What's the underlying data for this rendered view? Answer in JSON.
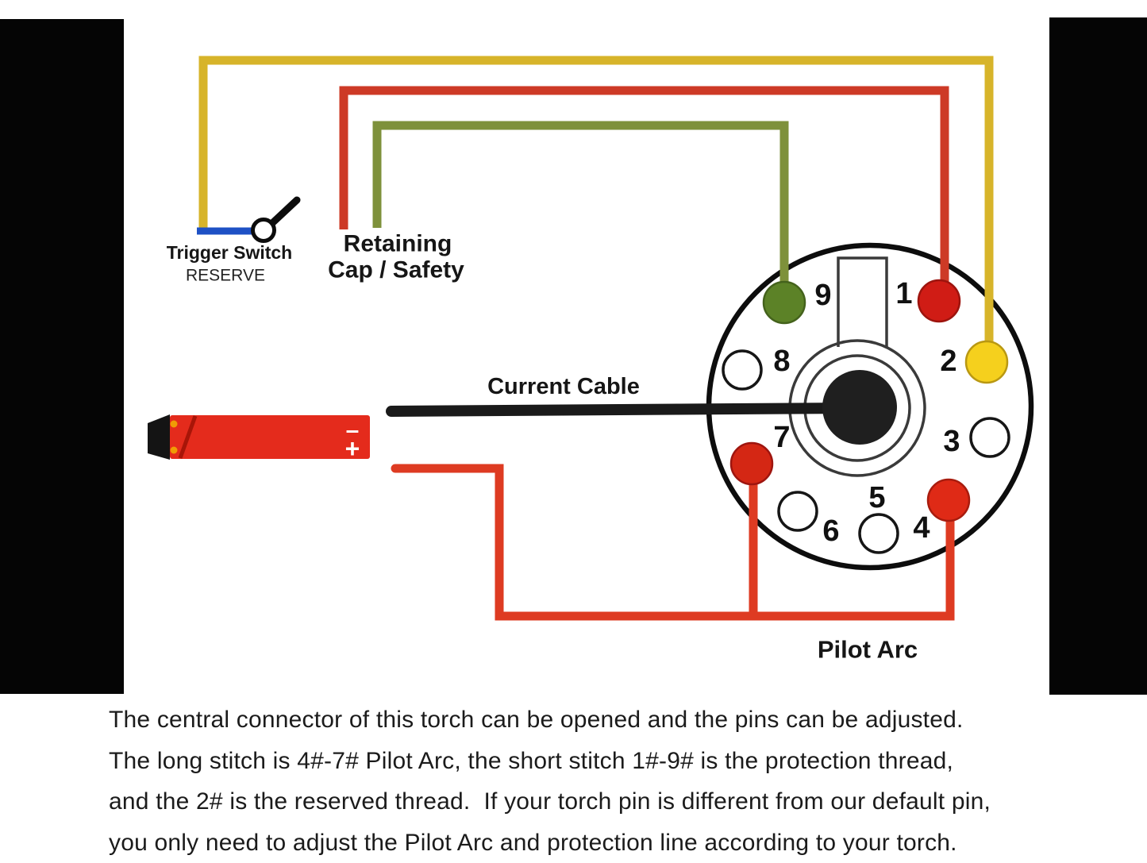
{
  "diagram": {
    "labels": {
      "trigger_switch": "Trigger Switch",
      "reserve": "RESERVE",
      "retaining_line1": "Retaining",
      "retaining_line2": "Cap / Safety",
      "current_cable": "Current Cable",
      "pilot_arc": "Pilot Arc",
      "torch_minus": "–",
      "torch_plus": "+"
    },
    "pins": [
      {
        "number": "1",
        "color_name": "red",
        "hex": "#d01c15"
      },
      {
        "number": "2",
        "color_name": "yellow",
        "hex": "#f5d01d"
      },
      {
        "number": "3",
        "color_name": "white",
        "hex": "#ffffff"
      },
      {
        "number": "4",
        "color_name": "red",
        "hex": "#df2a16"
      },
      {
        "number": "5",
        "color_name": "white",
        "hex": "#ffffff"
      },
      {
        "number": "6",
        "color_name": "white",
        "hex": "#ffffff"
      },
      {
        "number": "7",
        "color_name": "red",
        "hex": "#d42714"
      },
      {
        "number": "8",
        "color_name": "white",
        "hex": "#ffffff"
      },
      {
        "number": "9",
        "color_name": "green",
        "hex": "#5c8227"
      }
    ],
    "colors": {
      "yellow_wire": "#d7b42a",
      "red_wire": "#cd3a26",
      "green_wire": "#7e913b",
      "blue_wire": "#1e51c5",
      "pilot_wire": "#de3b22",
      "cable_black": "#1a1a1a",
      "torch_red": "#e42b1c",
      "torch_tip_black": "#141414",
      "contact_orange": "#f09b05"
    }
  },
  "caption": {
    "lines": [
      "The central connector of this torch can be opened and the pins can be adjusted.",
      "The long stitch is 4#-7# Pilot Arc, the short stitch 1#-9# is the protection thread,",
      "and the 2# is the reserved thread.  If your torch pin is different from our default pin,",
      "you only need to adjust the Pilot Arc and protection line according to your torch."
    ]
  }
}
